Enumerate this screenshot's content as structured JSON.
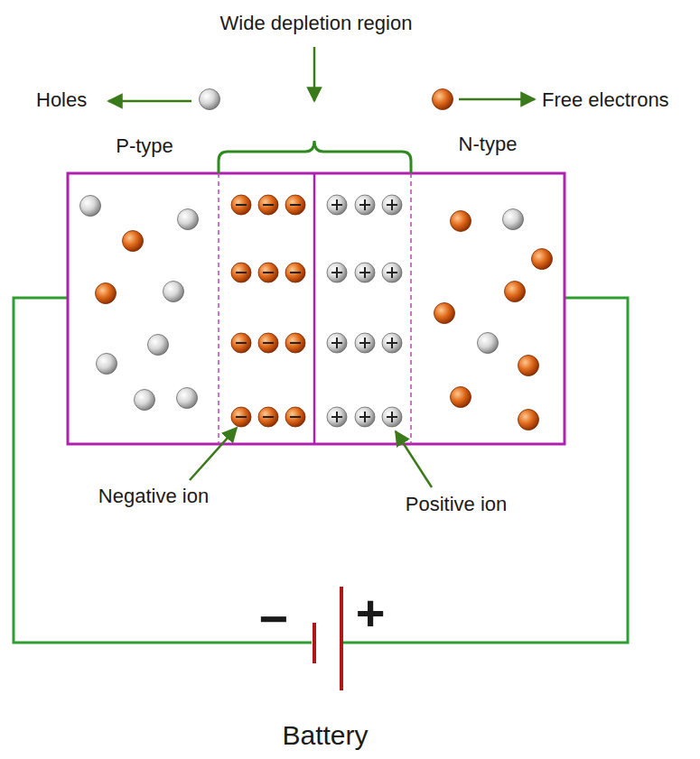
{
  "diagram": {
    "labels": [
      "Wide depletion region",
      "Holes",
      "Free electrons",
      "P-type",
      "N-type",
      "Negative ion",
      "Positive ion",
      "−",
      "+",
      "Battery"
    ]
  }
}
